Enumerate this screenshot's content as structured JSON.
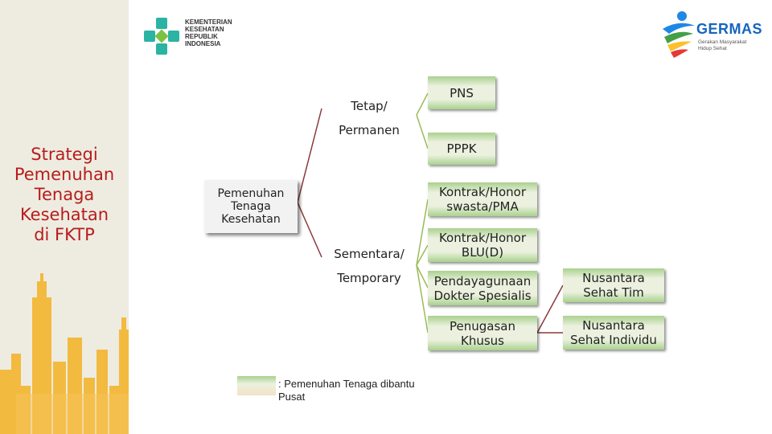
{
  "sidebar": {
    "title_lines": [
      "Strategi",
      "Pemenuhan",
      "Tenaga",
      "Kesehatan",
      "di FKTP"
    ]
  },
  "logos": {
    "ministry": {
      "lines": [
        "KEMENTERIAN",
        "KESEHATAN",
        "REPUBLIK",
        "INDONESIA"
      ]
    },
    "germas": {
      "name": "GERMAS",
      "tagline_lines": [
        "Gerakan Masyarakat",
        "Hidup Sehat"
      ]
    }
  },
  "diagram": {
    "root": {
      "lines": [
        "Pemenuhan",
        "Tenaga",
        "Kesehatan"
      ]
    },
    "branches": {
      "tetap": {
        "lines": [
          "Tetap/",
          "Permanen"
        ]
      },
      "sementara": {
        "lines": [
          "Sementara/",
          "Temporary"
        ]
      }
    },
    "nodes": {
      "pns": {
        "lines": [
          "PNS"
        ]
      },
      "pppk": {
        "lines": [
          "PPPK"
        ]
      },
      "kontrak_swasta": {
        "lines": [
          "Kontrak/Honor",
          "swasta/PMA"
        ]
      },
      "kontrak_blu": {
        "lines": [
          "Kontrak/Honor",
          "BLU(D)"
        ]
      },
      "pendayagunaan": {
        "lines": [
          "Pendayagunaan",
          "Dokter Spesialis"
        ]
      },
      "penugasan": {
        "lines": [
          "Penugasan",
          "Khusus"
        ]
      },
      "ns_tim": {
        "lines": [
          "Nusantara",
          "Sehat Tim"
        ]
      },
      "ns_individu": {
        "lines": [
          "Nusantara",
          "Sehat Individu"
        ]
      }
    }
  },
  "legend": {
    "text_lines": [
      ": Pemenuhan Tenaga dibantu",
      "Pusat"
    ]
  },
  "colors": {
    "title_red": "#b71c1c",
    "connector_brown": "#8b3a3a",
    "connector_green": "#9bbb59",
    "box_green": "#a9d18e",
    "sidebar_bg": "#eeece1"
  }
}
